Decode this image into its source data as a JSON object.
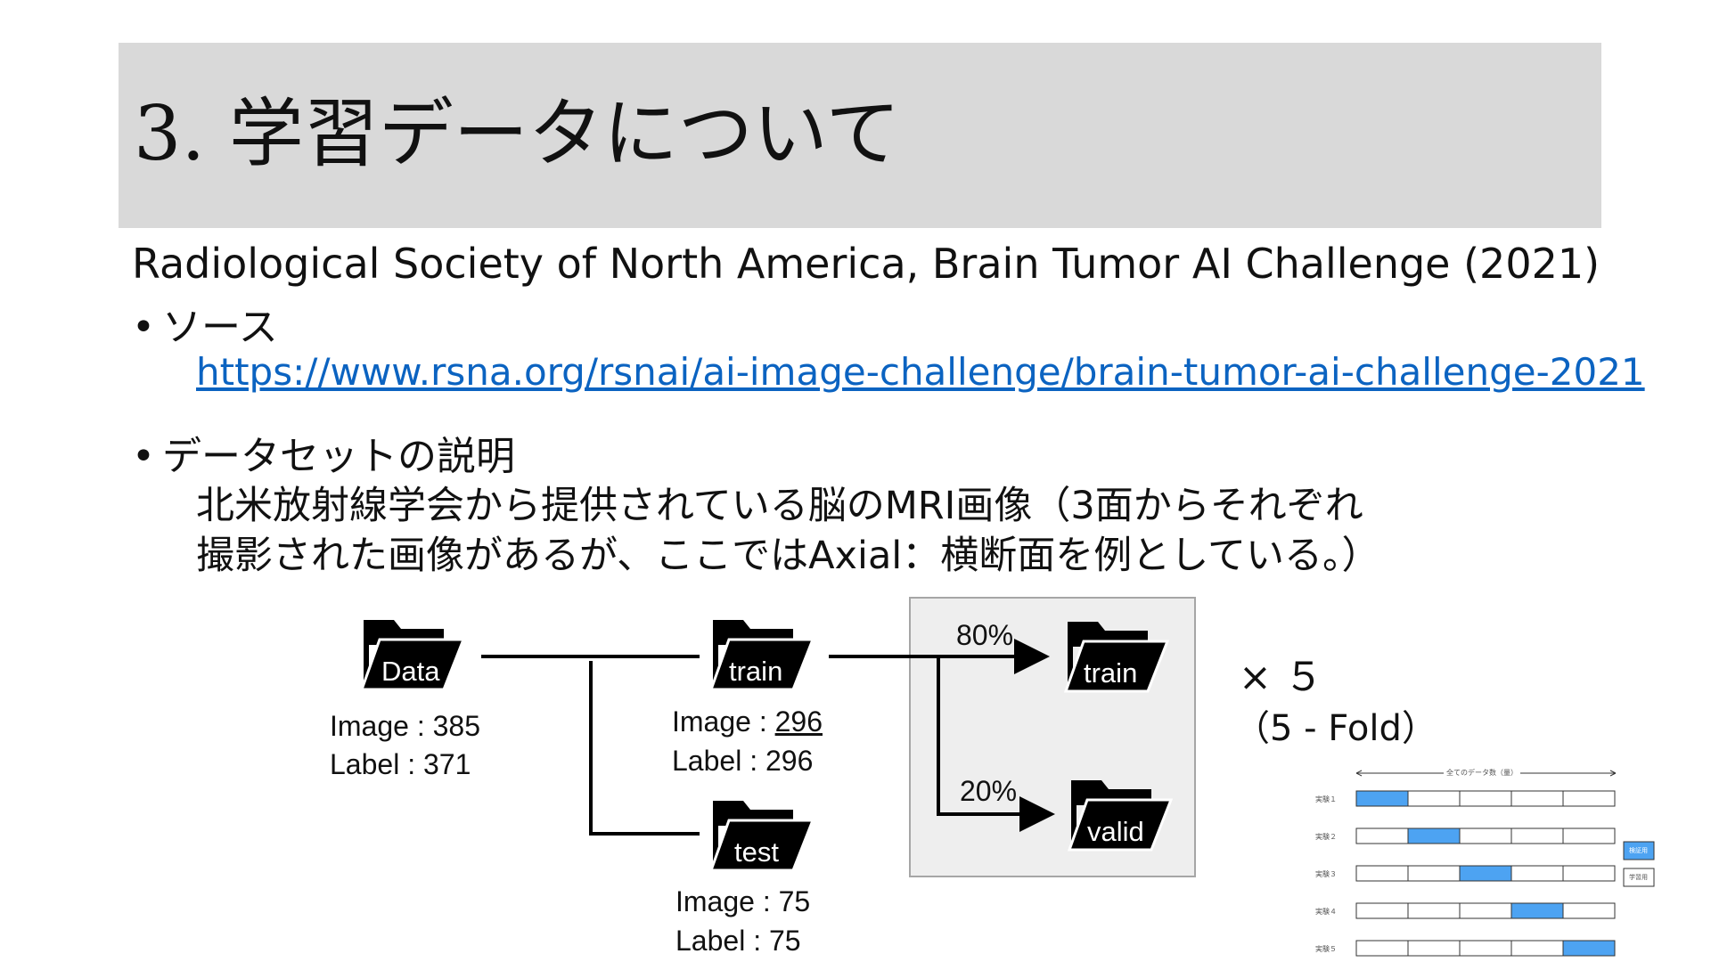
{
  "slide": {
    "title": "3.  学習データについて",
    "subtitle": "Radiological Society of North America, Brain Tumor AI Challenge (2021)",
    "bullet_source": "ソース",
    "source_link": "https://www.rsna.org/rsnai/ai-image-challenge/brain-tumor-ai-challenge-2021",
    "bullet_dataset": "データセットの説明",
    "desc_line1": "北米放射線学会から提供されている脳のMRI画像（3面からそれぞれ",
    "desc_line2": "撮影された画像があるが、ここではAxial：横断面を例としている。）"
  },
  "diagram": {
    "data": {
      "label": "Data",
      "image": "Image : 385",
      "label_count": "Label  : 371"
    },
    "train": {
      "label": "train",
      "image_prefix": "Image : ",
      "image_value": "296",
      "label_count": "Label  : 296"
    },
    "test": {
      "label": "test",
      "image": "Image : 75",
      "label_count": "Label   : 75"
    },
    "split_train": {
      "label": "train",
      "pct": "80%"
    },
    "split_valid": {
      "label": "valid",
      "pct": "20%"
    },
    "times": "× ５",
    "fold": "（5 - Fold）"
  },
  "kfold": {
    "header": "全てのデータ数（量）",
    "rows": [
      "実験１",
      "実験２",
      "実験３",
      "実験４",
      "実験５"
    ],
    "legend_valid": "検証用",
    "legend_train": "学習用",
    "accent": "#4da3f2"
  }
}
